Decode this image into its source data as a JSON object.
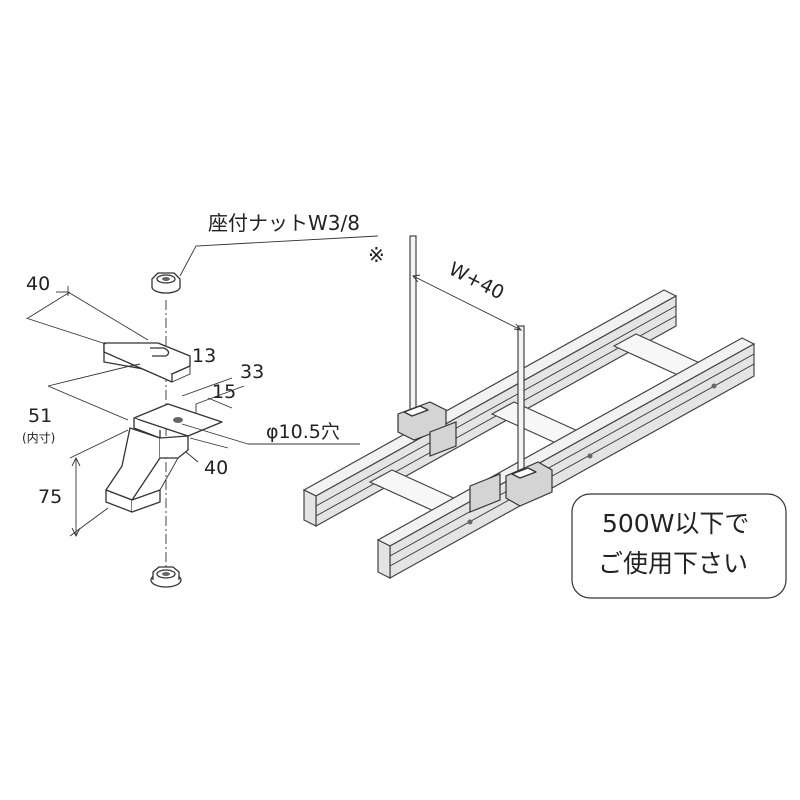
{
  "diagram": {
    "nut_label": "座付ナットW3/8",
    "nut_note_mark": "※",
    "dimensions": {
      "top_width": "40",
      "slot_width": "13",
      "upper_offset": "33",
      "hole_offset": "15",
      "hole_label": "φ10.5穴",
      "inner_width": "51",
      "inner_note": "(内寸)",
      "depth": "40",
      "height": "75",
      "rod_spacing": "W+40"
    },
    "note_box": {
      "line1": "500W以下で",
      "line2": "ご使用下さい"
    }
  }
}
